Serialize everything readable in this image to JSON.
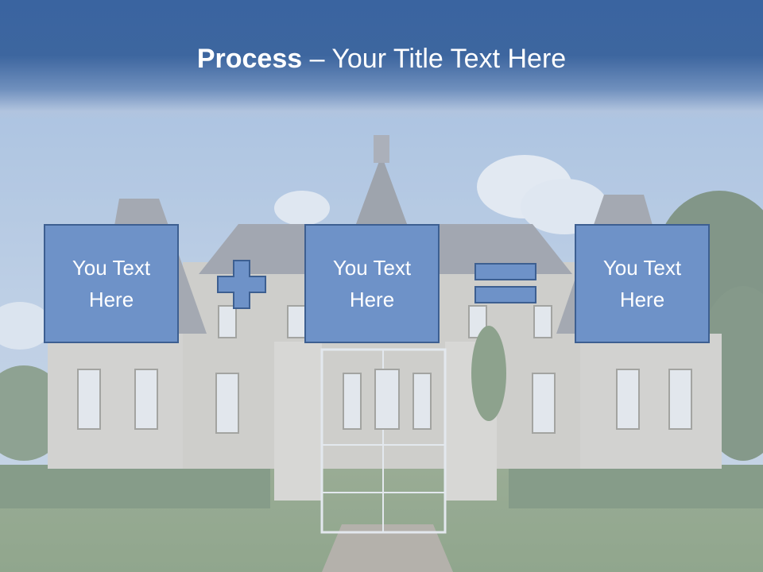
{
  "slide": {
    "title_bold": "Process",
    "title_rest": " – Your Title Text Here",
    "boxes": [
      {
        "text": "You Text Here"
      },
      {
        "text": "You Text Here"
      },
      {
        "text": "You Text Here"
      }
    ],
    "operators": [
      "plus-icon",
      "equals-icon"
    ],
    "background": "chateau-photo",
    "colors": {
      "title_band": "#3a64a0",
      "box_fill": "#6e92c8",
      "box_border": "#3d5f91",
      "text": "#ffffff"
    }
  }
}
